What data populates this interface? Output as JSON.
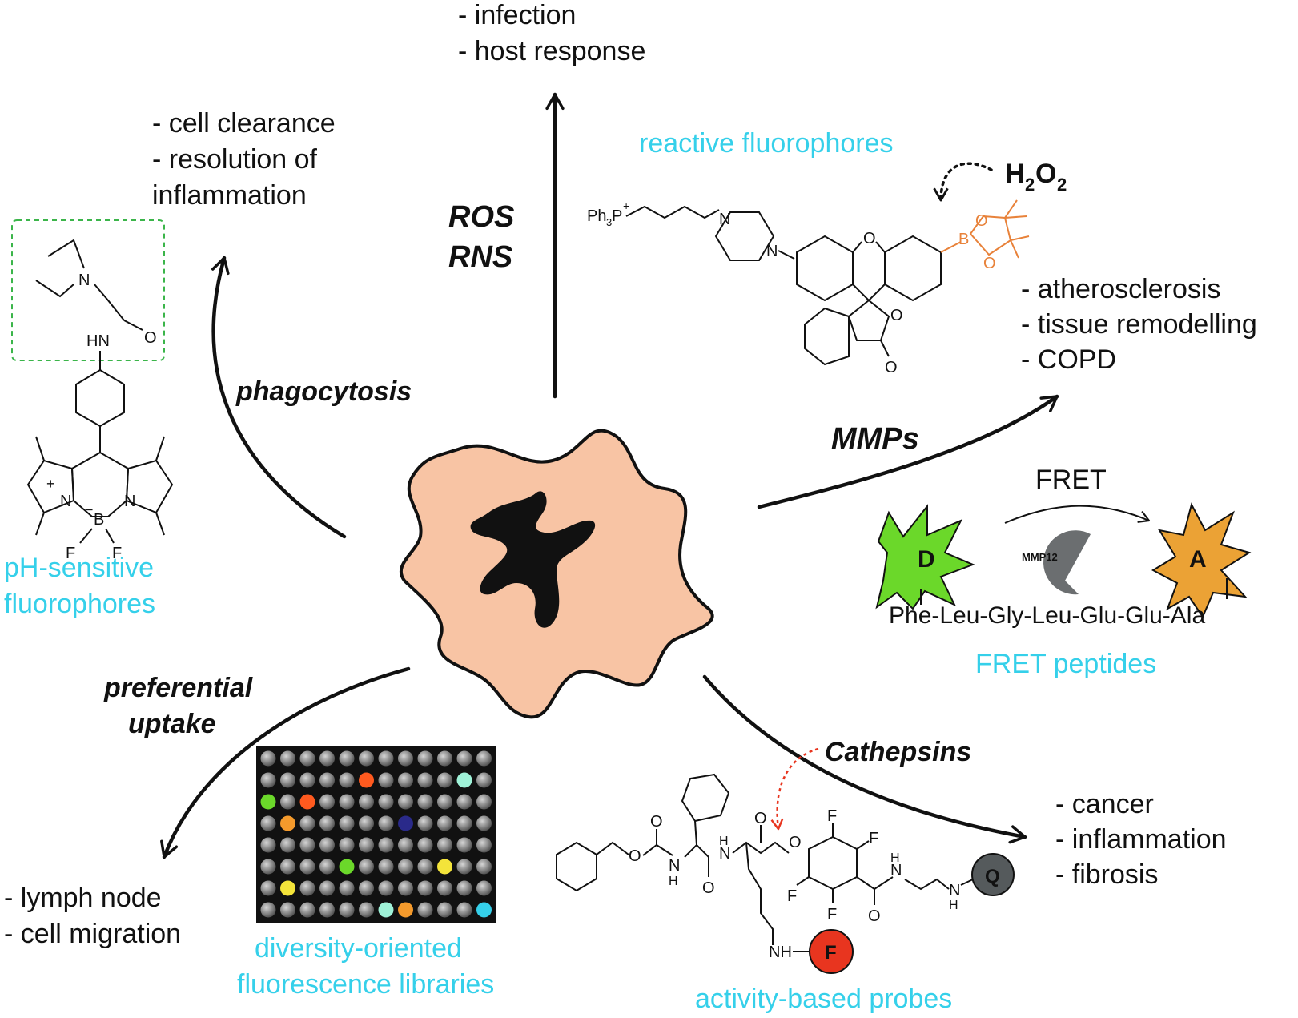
{
  "center": {
    "top": [
      "- infection",
      "- host response"
    ],
    "top_left": [
      "- cell clearance",
      "- resolution of",
      "inflammation"
    ],
    "right": [
      "- atherosclerosis",
      "- tissue remodelling",
      "- COPD"
    ],
    "bottom_right": [
      "- cancer",
      "- inflammation",
      "- fibrosis"
    ],
    "bottom_left": [
      "- lymph node",
      "- cell migration"
    ]
  },
  "pathways": {
    "ros": "ROS",
    "rns": "RNS",
    "phagocytosis": "phagocytosis",
    "mmps": "MMPs",
    "cathepsins": "Cathepsins",
    "preferential": "preferential",
    "uptake": "uptake"
  },
  "probes": {
    "reactive": "reactive fluorophores",
    "ph_line1": "pH-sensitive",
    "ph_line2": "fluorophores",
    "fret_peptides": "FRET peptides",
    "dofl_line1": "diversity-oriented",
    "dofl_line2": "fluorescence libraries",
    "abp": "activity-based probes"
  },
  "fret": {
    "label": "FRET",
    "donor": "D",
    "acceptor": "A",
    "enzyme": "MMP12",
    "peptide": "Phe-Leu-Gly-Leu-Glu-Glu-Ala"
  },
  "chem": {
    "h2o2_h": "H",
    "h2o2_2a": "2",
    "h2o2_o": "O",
    "h2o2_2b": "2",
    "ph3p": "Ph",
    "ph3p_sub": "3",
    "ph3p_P": "P",
    "plus": "+",
    "N": "N",
    "O": "O",
    "B": "B",
    "F": "F",
    "HN": "HN",
    "H": "H",
    "NH": "NH",
    "minus": "−",
    "q": "Q",
    "f_dye": "F"
  },
  "colors": {
    "cyan": "#35d0ea",
    "cell": "#f8c4a4",
    "boronate": "#e8823a",
    "donor": "#6bd82a",
    "acceptor": "#eba235",
    "quencher": "#555a5c",
    "fluor": "#e8351f",
    "cathepsin_arrow": "#e8351f",
    "dashed_box": "#3bb54a"
  },
  "plate": {
    "rows": 8,
    "cols": 12,
    "colored_wells": [
      {
        "r": 1,
        "c": 5,
        "color": "#ff5a1f"
      },
      {
        "r": 1,
        "c": 10,
        "color": "#9ff2d8"
      },
      {
        "r": 2,
        "c": 0,
        "color": "#6bd82a"
      },
      {
        "r": 2,
        "c": 2,
        "color": "#ff5a1f"
      },
      {
        "r": 3,
        "c": 1,
        "color": "#f49a2c"
      },
      {
        "r": 3,
        "c": 7,
        "color": "#2a2a8a"
      },
      {
        "r": 5,
        "c": 4,
        "color": "#6bd82a"
      },
      {
        "r": 5,
        "c": 9,
        "color": "#f4e43a"
      },
      {
        "r": 6,
        "c": 1,
        "color": "#f4e43a"
      },
      {
        "r": 7,
        "c": 6,
        "color": "#9ff2d8"
      },
      {
        "r": 7,
        "c": 7,
        "color": "#f49a2c"
      },
      {
        "r": 7,
        "c": 11,
        "color": "#35d0ea"
      }
    ]
  }
}
